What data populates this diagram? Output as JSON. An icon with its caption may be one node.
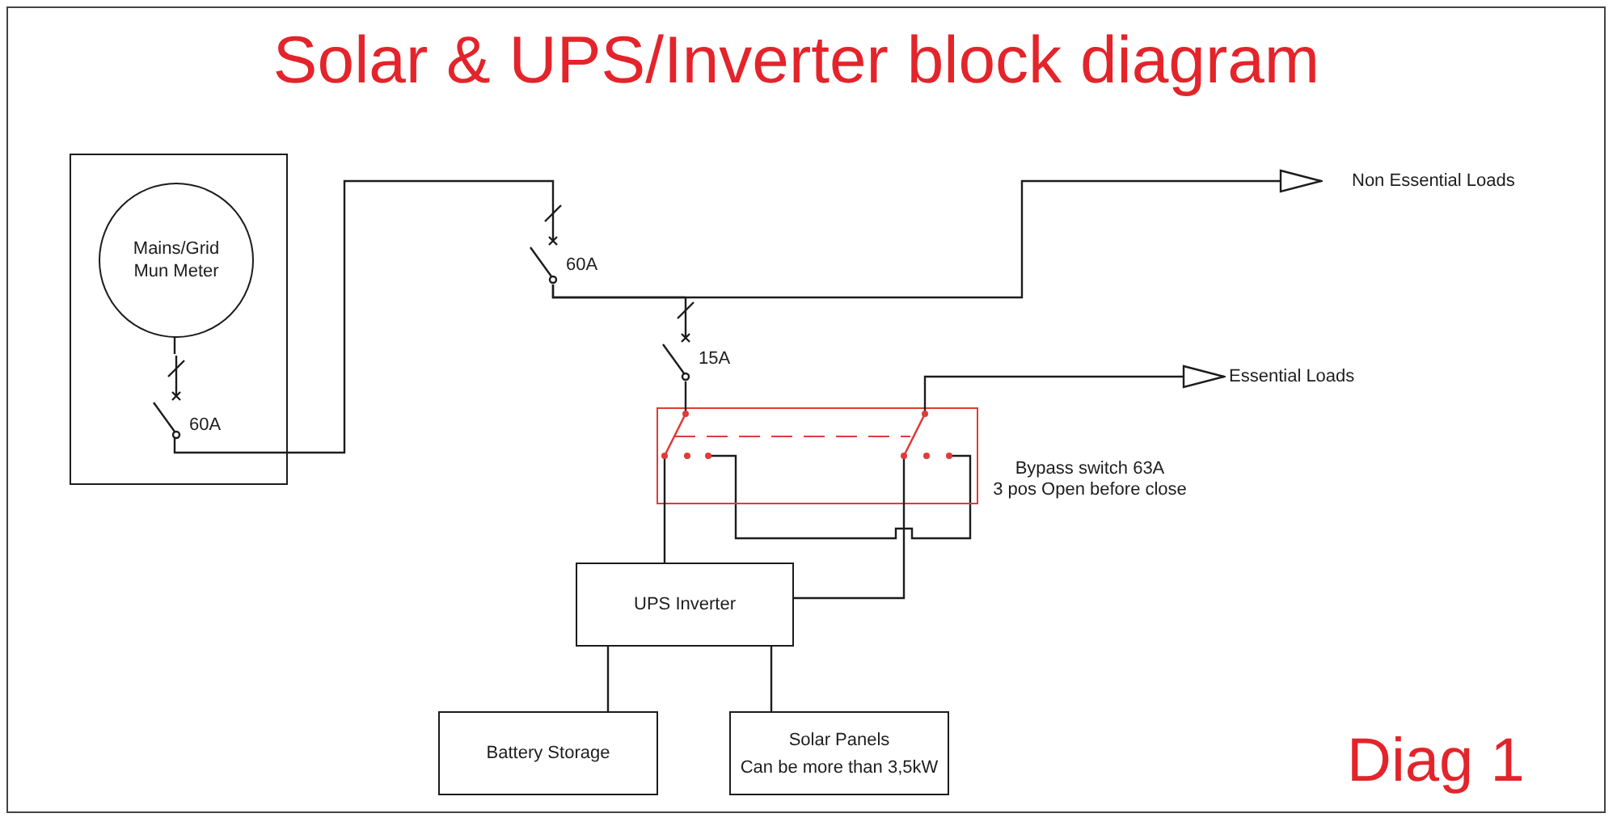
{
  "diagram": {
    "title": "Solar & UPS/Inverter block diagram",
    "nodes": [
      {
        "text": [],
        "shape": "box"
      },
      {
        "text": [
          "Mains/Grid Mun Meter"
        ],
        "in": 0
      },
      {
        "text": [],
        "shape": "breaker",
        "beside": [
          "60A"
        ],
        "in": 0
      },
      {
        "text": [],
        "shape": "breaker",
        "beside": [
          "60A"
        ]
      },
      {
        "text": [],
        "shape": "breaker",
        "beside": [
          "15A"
        ]
      },
      {
        "text": [],
        "shape": "switch",
        "beside": [
          "Bypass switch 63A",
          "3 pos Open before close"
        ]
      },
      {
        "text": [
          "UPS Inverter"
        ]
      },
      {
        "text": [
          "Battery Storage"
        ]
      },
      {
        "text": [
          "Solar Panels",
          "Can be more than 3,5kW"
        ]
      },
      {
        "text": [
          "Non Essential Loads"
        ]
      },
      {
        "text": [
          "Essential Loads"
        ]
      }
    ],
    "edges": [
      {
        "from": 1,
        "to": 2,
        "arrow": "none"
      },
      {
        "from": 2,
        "to": 3,
        "arrow": "none"
      },
      {
        "from": 3,
        "to": 9,
        "arrow": "to"
      },
      {
        "from": 3,
        "to": 4,
        "arrow": "none"
      },
      {
        "from": 4,
        "to": 5,
        "arrow": "none"
      },
      {
        "from": 5,
        "to": 10,
        "arrow": "to"
      },
      {
        "from": 5,
        "to": 6,
        "arrow": "none"
      },
      {
        "from": 6,
        "to": 5,
        "arrow": "none"
      },
      {
        "from": 6,
        "to": 7,
        "arrow": "none"
      },
      {
        "from": 6,
        "to": 8,
        "arrow": "none"
      }
    ],
    "labels": [
      "Diag 1"
    ]
  }
}
